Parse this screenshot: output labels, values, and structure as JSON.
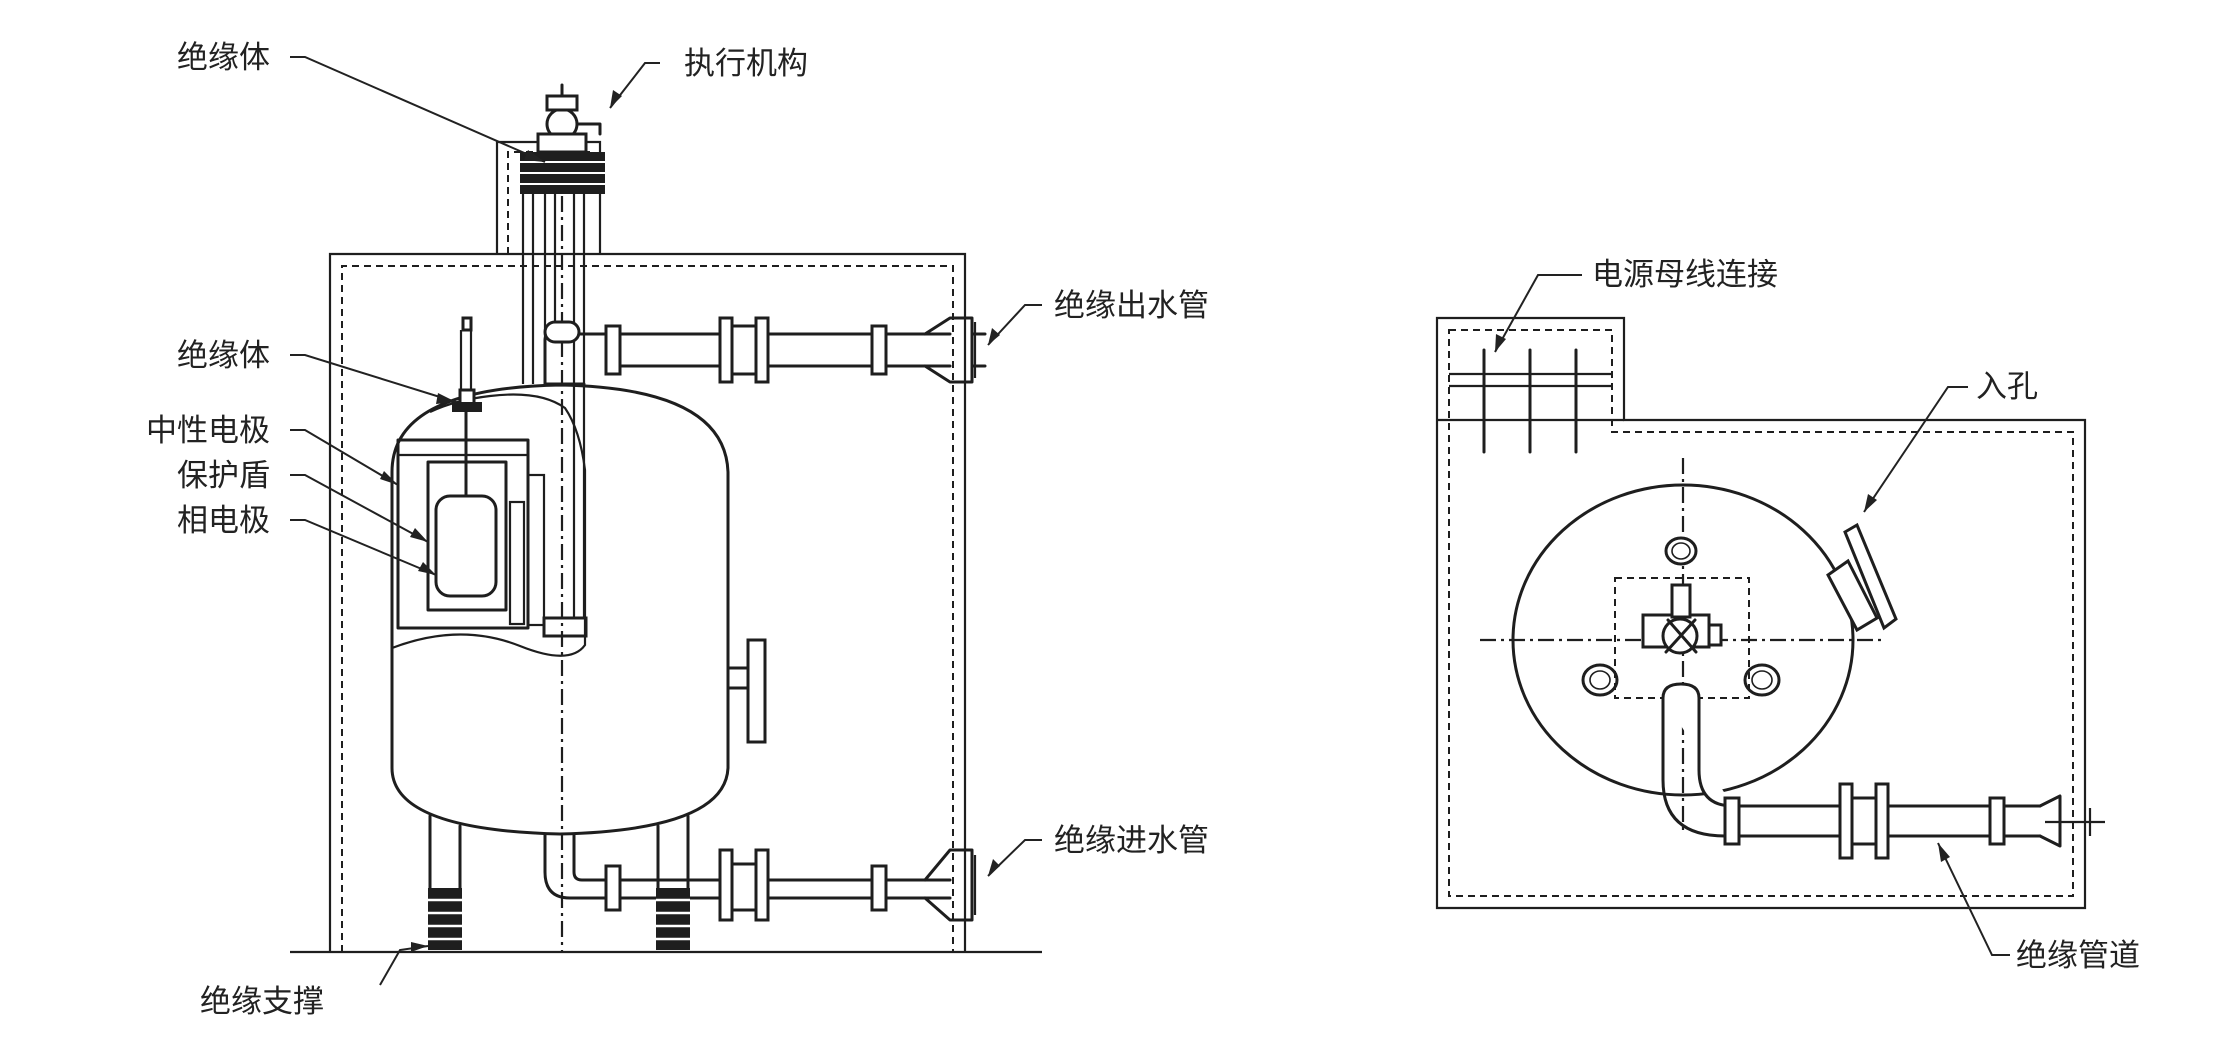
{
  "labels": {
    "top_insulator": "绝缘体",
    "actuator": "执行机构",
    "outlet_pipe": "绝缘出水管",
    "inner_insulator": "绝缘体",
    "neutral_electrode": "中性电极",
    "shield": "保护盾",
    "phase_electrode": "相电极",
    "inlet_pipe": "绝缘进水管",
    "support": "绝缘支撑",
    "busbar": "电源母线连接",
    "manhole": "入孔",
    "insulated_pipe": "绝缘管道"
  },
  "colors": {
    "line": "#1e1e1e",
    "text": "#222222",
    "background": "#ffffff"
  }
}
